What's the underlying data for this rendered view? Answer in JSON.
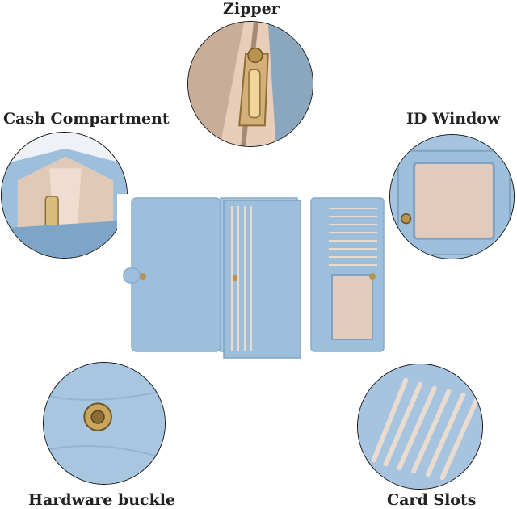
{
  "labels": {
    "zipper": "Zipper",
    "cash_compartment": "Cash Compartment",
    "id_window": "ID Window",
    "hardware_buckle": "Hardware buckle",
    "card_slots": "Card Slots"
  },
  "colors": {
    "leather_blue": "#9dbfdc",
    "leather_dark": "#7ea5c7",
    "lining_beige": "#dcc3b0",
    "metal_gold": "#c9a75a",
    "outline": "#111111"
  }
}
